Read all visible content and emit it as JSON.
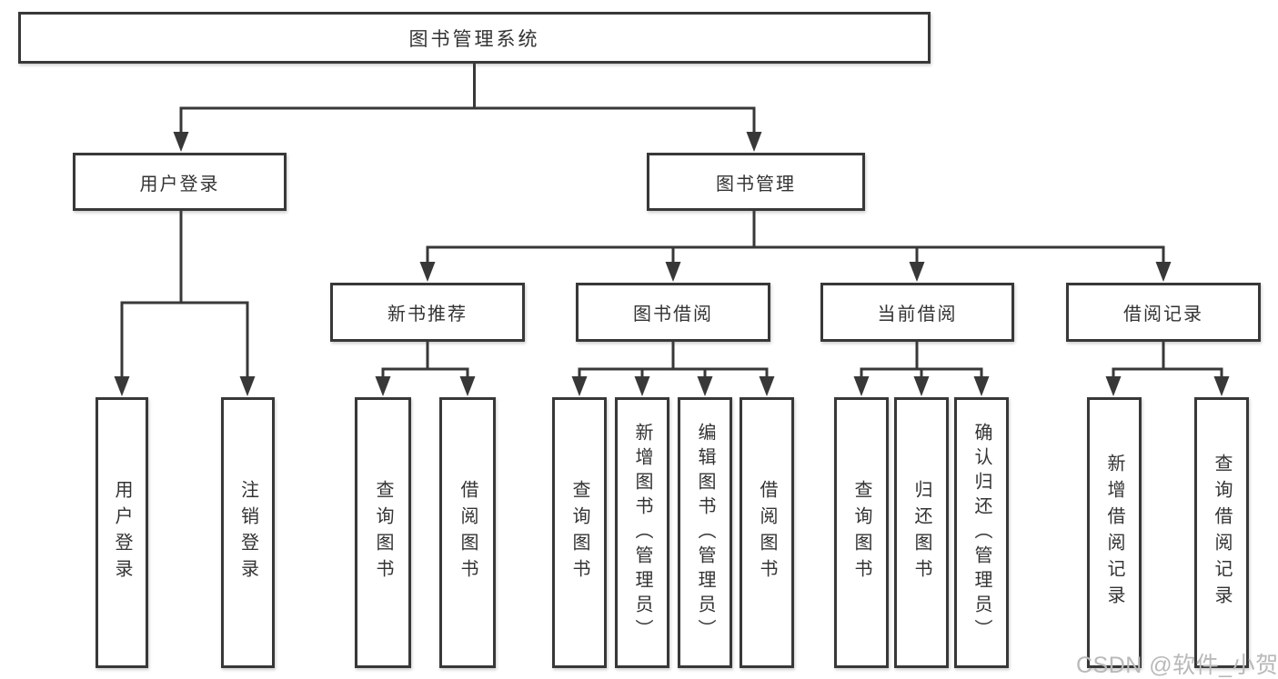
{
  "diagram": {
    "root": "图书管理系统",
    "branches": [
      {
        "label": "用户登录",
        "children": [
          "用户登录",
          "注销登录"
        ]
      },
      {
        "label": "图书管理",
        "sections": [
          {
            "label": "新书推荐",
            "children": [
              "查询图书",
              "借阅图书"
            ]
          },
          {
            "label": "图书借阅",
            "children": [
              "查询图书",
              "新增图书（管理员）",
              "编辑图书（管理员）",
              "借阅图书"
            ]
          },
          {
            "label": "当前借阅",
            "children": [
              "查询图书",
              "归还图书",
              "确认归还（管理员）"
            ]
          },
          {
            "label": "借阅记录",
            "children": [
              "新增借阅记录",
              "查询借阅记录"
            ]
          }
        ]
      }
    ],
    "watermark": "CSDN @软件_小贺同学",
    "colors": {
      "line": "#383838",
      "text": "#333333",
      "watermark": "#b9b9b9",
      "background": "#ffffff"
    }
  }
}
